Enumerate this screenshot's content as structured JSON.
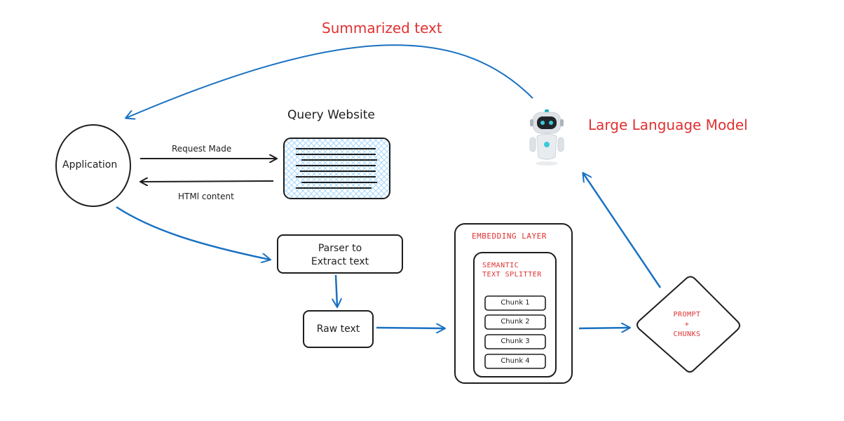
{
  "colors": {
    "stroke": "#1e1e1e",
    "arrow_blue": "#1971c2",
    "accent_red": "#e03131",
    "hatch_fill": "#a5d8ff"
  },
  "labels": {
    "summarized_text": "Summarized text",
    "llm": "Large Language Model",
    "query_website": "Query Website",
    "application": "Application",
    "request_made": "Request Made",
    "html_content": "HTMl content",
    "parser_line1": "Parser to",
    "parser_line2": "Extract text",
    "raw_text": "Raw text",
    "embedding_layer": "EMBEDDING LAYER",
    "splitter_line1": "SEMANTIC",
    "splitter_line2": "TEXT SPLITTER",
    "prompt_line1": "PROMPT",
    "prompt_line2": "+",
    "prompt_line3": "CHUNKS"
  },
  "chunks": [
    "Chunk 1",
    "Chunk 2",
    "Chunk 3",
    "Chunk 4"
  ],
  "icons": {
    "robot": "robot-icon",
    "webpage": "webpage-icon"
  }
}
